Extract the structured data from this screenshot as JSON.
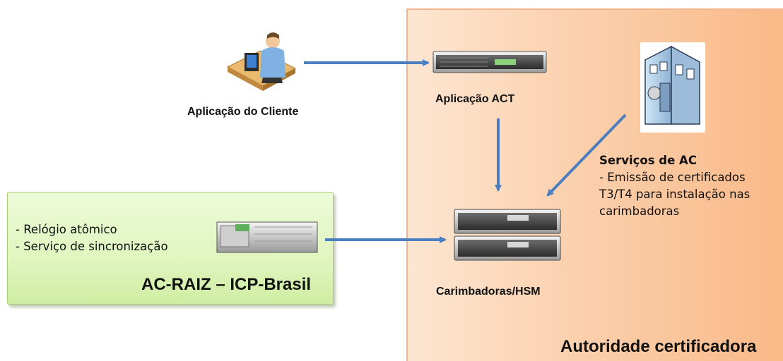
{
  "client": {
    "label": "Aplicação do Cliente"
  },
  "act": {
    "label": "Aplicação ACT"
  },
  "ac_services": {
    "title": "Serviços de AC",
    "lines": [
      "- Emissão de certificados",
      "T3/T4 para instalação nas",
      "carimbadoras"
    ]
  },
  "stamps": {
    "label": "Carimbadoras/HSM"
  },
  "raiz": {
    "title": "AC-RAIZ – ICP-Brasil",
    "items": [
      "- Relógio atômico",
      "- Serviço de sincronização"
    ]
  },
  "authority": {
    "title": "Autoridade certificadora"
  },
  "colors": {
    "arrow": "#4a7ebf",
    "authority_bg": "#fbd0ad",
    "raiz_bg": "#e0f5bf"
  }
}
